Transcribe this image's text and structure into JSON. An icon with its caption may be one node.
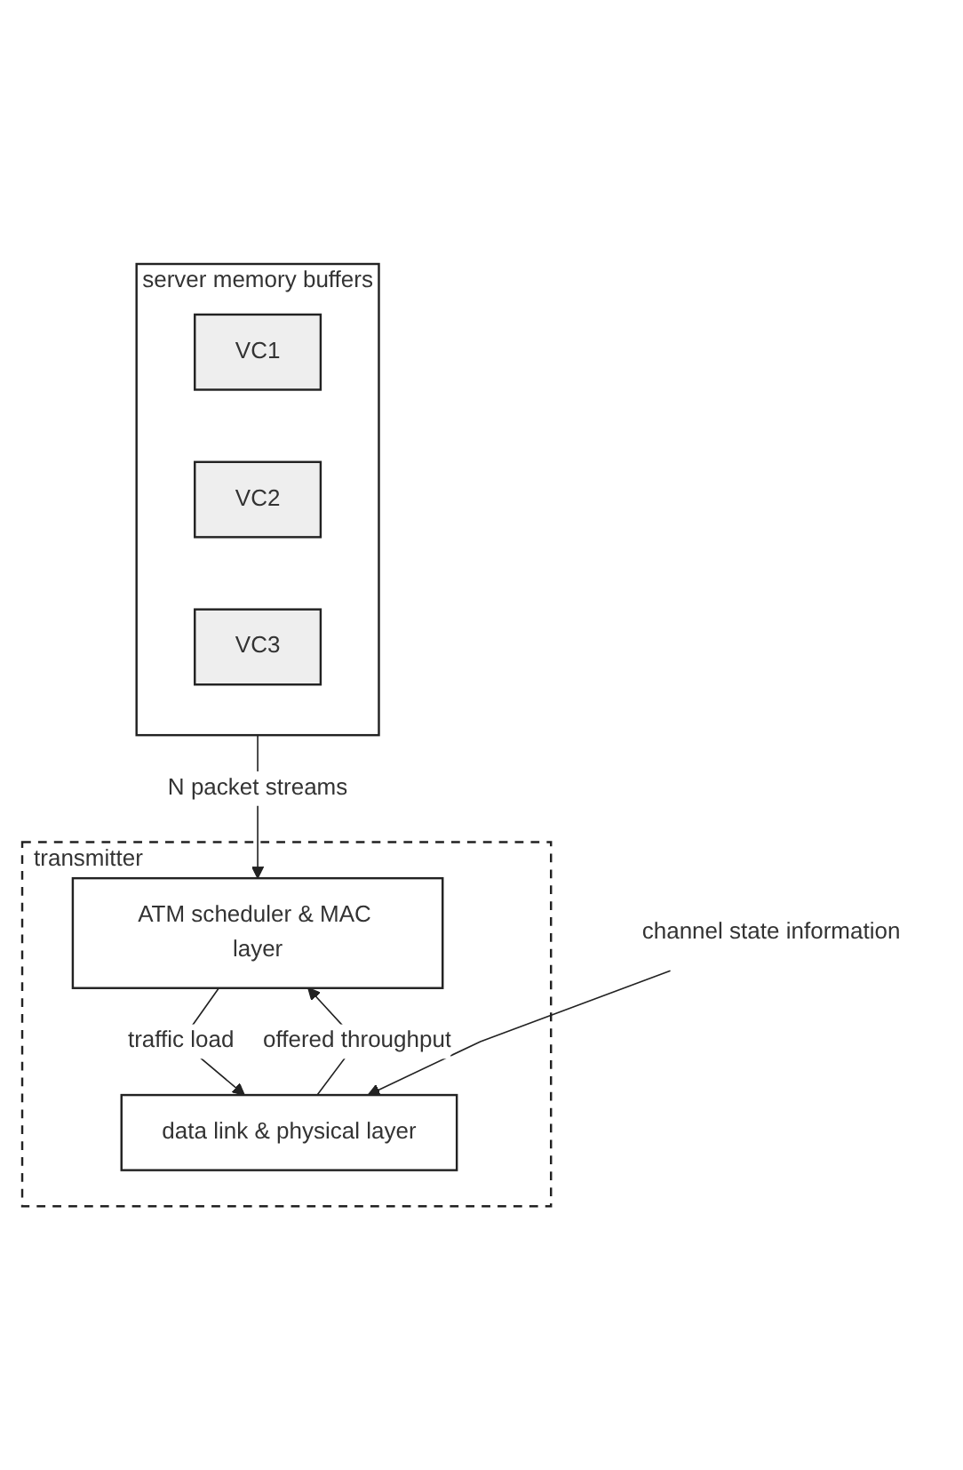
{
  "diagram": {
    "nodes": [
      {
        "text": [
          "server memory buffers"
        ]
      },
      {
        "text": [
          "VC1"
        ],
        "in": 0
      },
      {
        "text": [
          "VC2"
        ],
        "in": 0
      },
      {
        "text": [
          "VC3"
        ],
        "in": 0
      },
      {
        "text": [
          "transmitter"
        ]
      },
      {
        "text": [
          "ATM scheduler & MAC layer"
        ],
        "in": 4
      },
      {
        "text": [
          "data link & physical layer"
        ],
        "in": 4
      },
      {
        "text": [
          "channel state information"
        ]
      }
    ],
    "edges": [
      {
        "from": 0,
        "to": 5,
        "arrow": "to",
        "label": "N packet streams"
      },
      {
        "from": 6,
        "to": 5,
        "arrow": "to",
        "label": "offered throughput"
      },
      {
        "from": 5,
        "to": 6,
        "arrow": "to",
        "label": "traffic load"
      },
      {
        "from": 7,
        "to": 6,
        "arrow": "to"
      }
    ]
  }
}
